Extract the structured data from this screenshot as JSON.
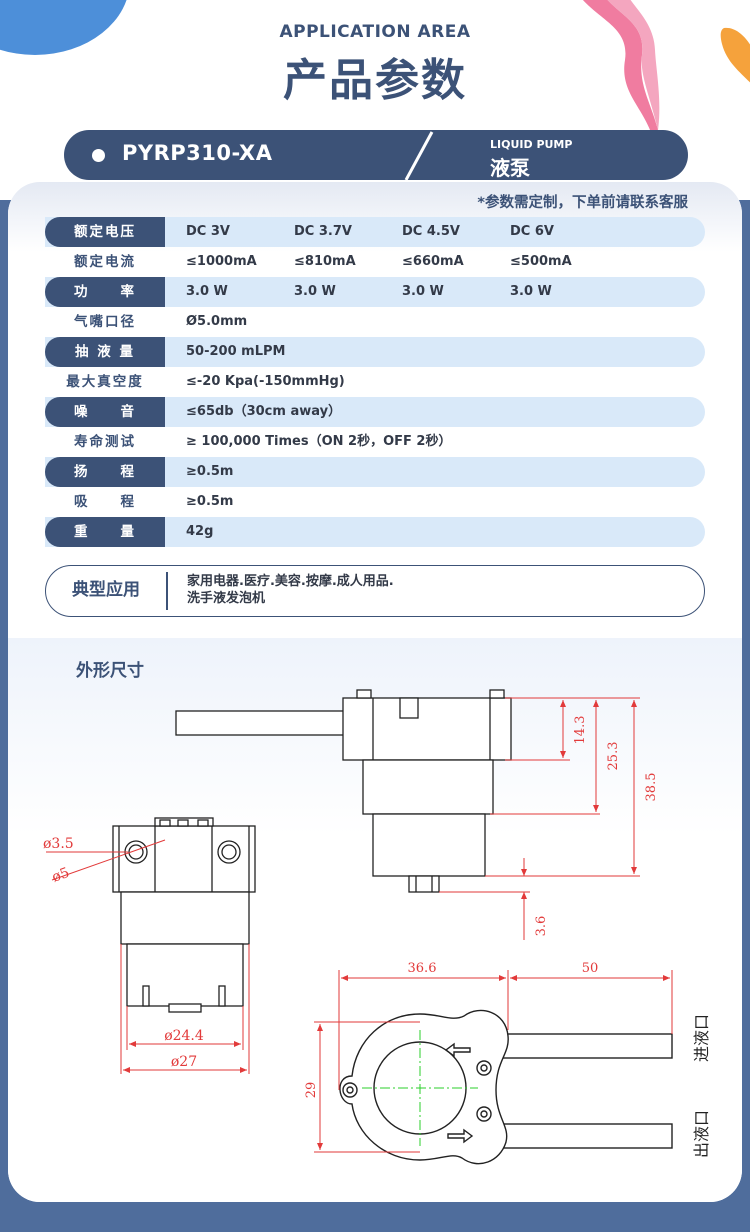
{
  "header": {
    "title_en": "APPLICATION AREA",
    "title_cn": "产品参数"
  },
  "product": {
    "model": "PYRP310-XA",
    "type_en": "LIQUID PUMP",
    "type_cn": "液泵"
  },
  "note": "*参数需定制，下单前请联系客服",
  "specs": [
    {
      "label": "额定电压",
      "values": [
        "DC 3V",
        "DC 3.7V",
        "DC 4.5V",
        "DC 6V"
      ]
    },
    {
      "label": "额定电流",
      "values": [
        "≤1000mA",
        "≤810mA",
        "≤660mA",
        "≤500mA"
      ]
    },
    {
      "label": "功　　率",
      "values": [
        "3.0 W",
        "3.0 W",
        "3.0 W",
        "3.0 W"
      ]
    },
    {
      "label": "气嘴口径",
      "values": [
        "Ø5.0mm"
      ]
    },
    {
      "label": "抽 液 量",
      "values": [
        "50-200 mLPM"
      ]
    },
    {
      "label": "最大真空度",
      "values": [
        "≤-20 Kpa(-150mmHg)"
      ]
    },
    {
      "label": "噪　　音",
      "values": [
        "≤65db（30cm away）"
      ]
    },
    {
      "label": "寿命测试",
      "values": [
        "≥ 100,000 Times（ON 2秒，OFF 2秒）"
      ]
    },
    {
      "label": "扬　　程",
      "values": [
        "≥0.5m"
      ]
    },
    {
      "label": "吸　　程",
      "values": [
        "≥0.5m"
      ]
    },
    {
      "label": "重　　量",
      "values": [
        "42g"
      ]
    }
  ],
  "application": {
    "label": "典型应用",
    "line1": "家用电器.医疗.美容.按摩.成人用品.",
    "line2": "洗手液发泡机"
  },
  "dimensions": {
    "title": "外形尺寸",
    "d_14_3": "14.3",
    "d_25_3": "25.3",
    "d_38_5": "38.5",
    "d_3_6": "3.6",
    "d_36_6": "36.6",
    "d_50": "50",
    "d_29": "29",
    "d_3_5": "ø3.5",
    "d_5": "ø5",
    "d_24_4": "ø24.4",
    "d_27": "ø27",
    "inlet": "进液口",
    "outlet": "出液口"
  },
  "colors": {
    "navy": "#3c5277",
    "light_row": "#d9e9f9",
    "dim_red": "#e23a3a",
    "background": "#4f6d9c"
  }
}
